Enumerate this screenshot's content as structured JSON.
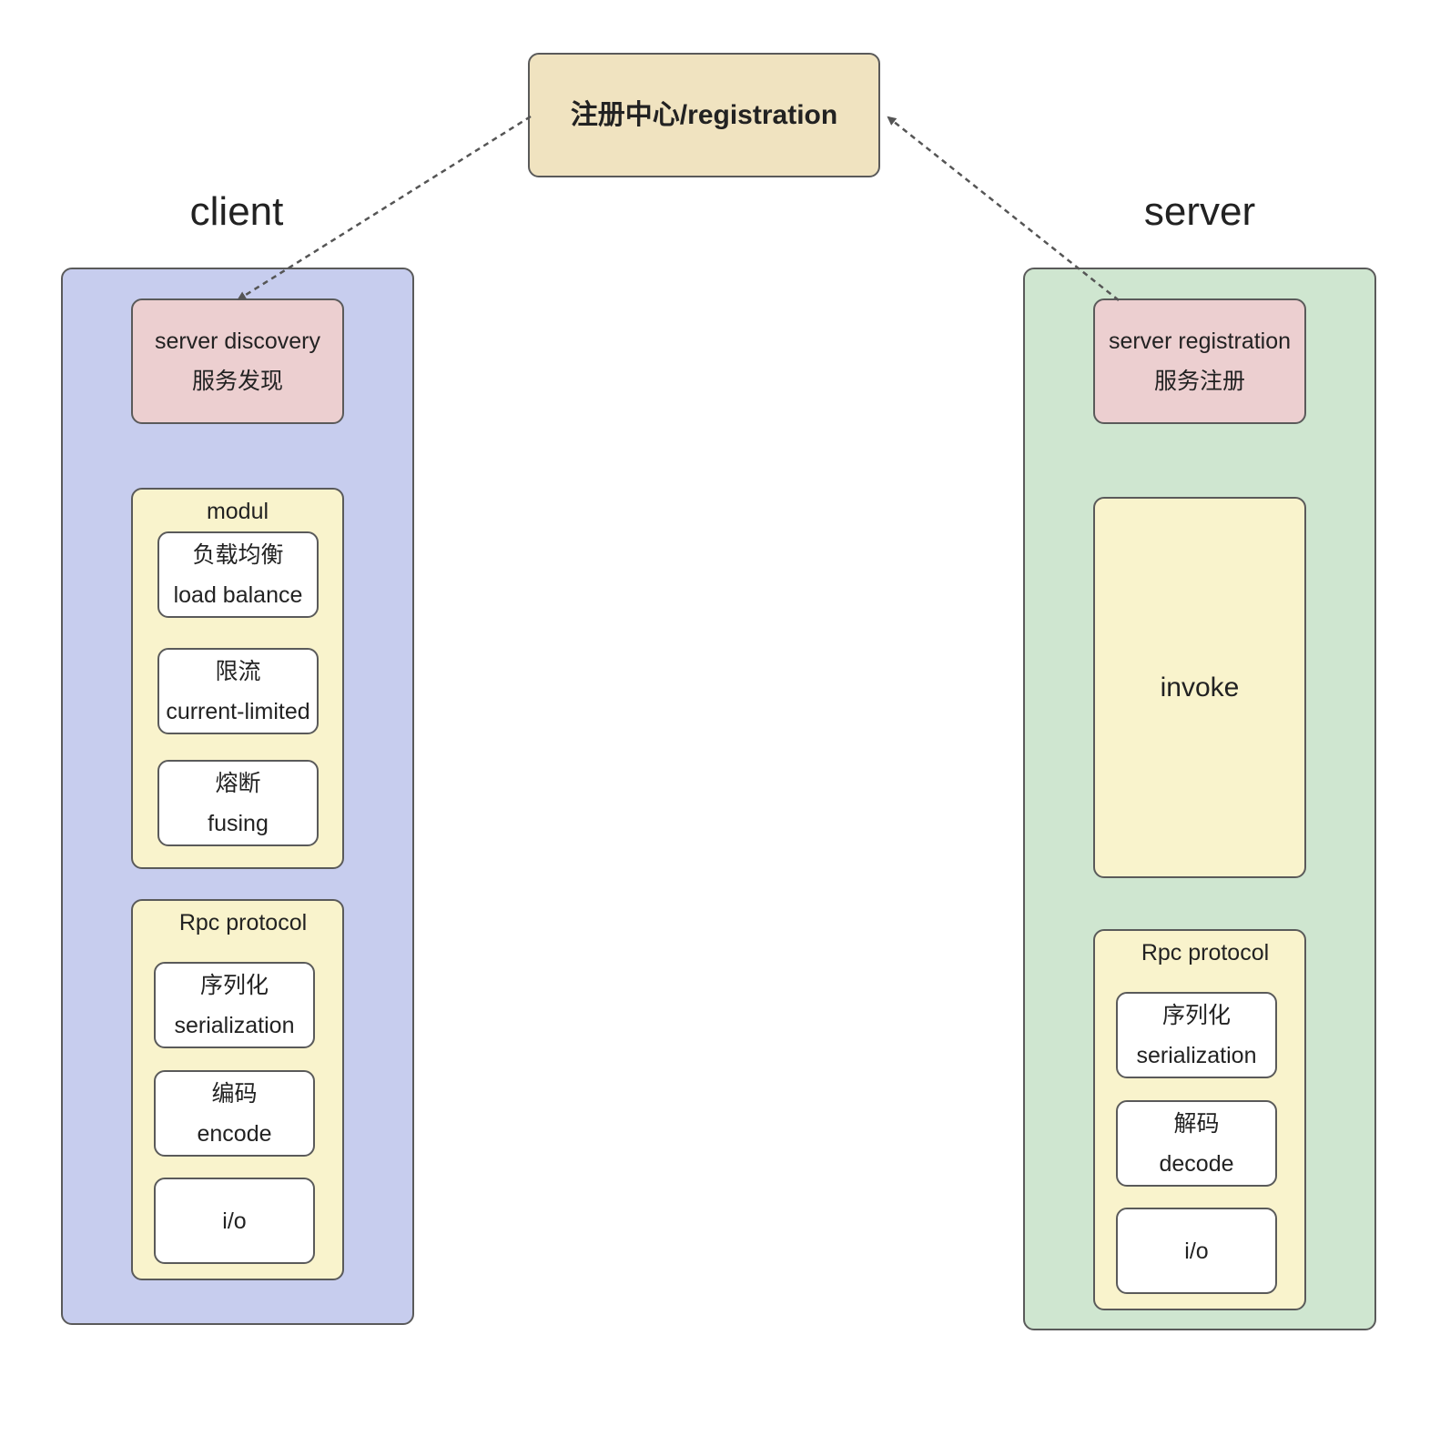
{
  "registry": {
    "label": "注册中心/registration"
  },
  "client": {
    "title": "client",
    "discovery": {
      "line1": "server discovery",
      "line2": "服务发现"
    },
    "modul": {
      "label": "modul",
      "items": [
        {
          "line1": "负载均衡",
          "line2": "load balance"
        },
        {
          "line1": "限流",
          "line2": "current-limited"
        },
        {
          "line1": "熔断",
          "line2": "fusing"
        }
      ]
    },
    "protocol": {
      "label": "Rpc protocol",
      "items": [
        {
          "line1": "序列化",
          "line2": "serialization"
        },
        {
          "line1": "编码",
          "line2": "encode"
        },
        {
          "line1": "i/o"
        }
      ]
    }
  },
  "server": {
    "title": "server",
    "registration": {
      "line1": "server registration",
      "line2": "服务注册"
    },
    "invoke": {
      "label": "invoke"
    },
    "protocol": {
      "label": "Rpc protocol",
      "items": [
        {
          "line1": "序列化",
          "line2": "serialization"
        },
        {
          "line1": "解码",
          "line2": "decode"
        },
        {
          "line1": "i/o"
        }
      ]
    }
  }
}
